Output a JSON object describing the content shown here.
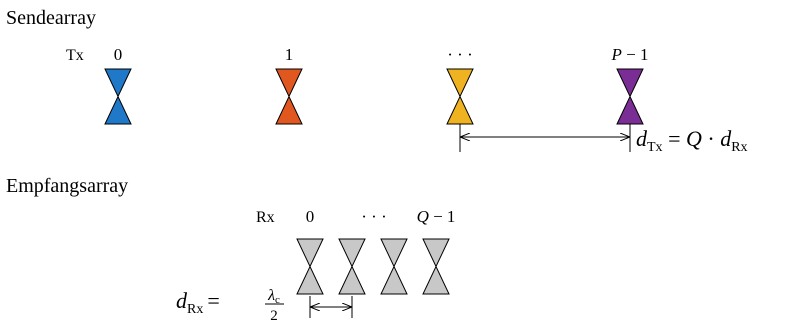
{
  "tx": {
    "heading": "Sendearray",
    "prefix": "Tx",
    "elements": [
      {
        "index": "0",
        "color": "#1f78c8"
      },
      {
        "index": "1",
        "color": "#e0571f"
      },
      {
        "index": "· · ·",
        "color": "#efb221"
      },
      {
        "index": "P − 1",
        "color": "#7b2d96"
      }
    ],
    "spacing_label": {
      "d": "d",
      "sub": "Tx",
      "rest": " = Q · d",
      "rest_sub": "Rx"
    }
  },
  "rx": {
    "heading": "Empfangsarray",
    "prefix": "Rx",
    "labels": [
      "0",
      "· · ·",
      "Q − 1"
    ],
    "element_color": "#c8c8c8",
    "element_count": 4,
    "spacing_label": {
      "d": "d",
      "sub": "Rx",
      "eq": "=",
      "numerator": "λ",
      "numerator_sub": "c",
      "denominator": "2"
    }
  }
}
